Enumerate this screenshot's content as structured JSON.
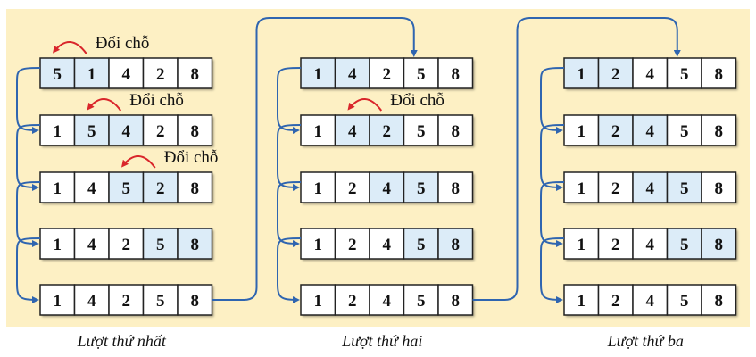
{
  "colors": {
    "background": "#fdf0c4",
    "highlight": "#dcecf8",
    "connector": "#2f65b0",
    "swap_arrow": "#d9262b",
    "cell_border": "#222222"
  },
  "swap_label": "Đổi chỗ",
  "passes": [
    {
      "caption": "Lượt thứ nhất",
      "rows": [
        {
          "values": [
            "5",
            "1",
            "4",
            "2",
            "8"
          ],
          "highlight": [
            0,
            1
          ],
          "swap": true
        },
        {
          "values": [
            "1",
            "5",
            "4",
            "2",
            "8"
          ],
          "highlight": [
            1,
            2
          ],
          "swap": true
        },
        {
          "values": [
            "1",
            "4",
            "5",
            "2",
            "8"
          ],
          "highlight": [
            2,
            3
          ],
          "swap": true
        },
        {
          "values": [
            "1",
            "4",
            "2",
            "5",
            "8"
          ],
          "highlight": [
            3,
            4
          ],
          "swap": false
        },
        {
          "values": [
            "1",
            "4",
            "2",
            "5",
            "8"
          ],
          "highlight": [],
          "swap": false
        }
      ]
    },
    {
      "caption": "Lượt thứ hai",
      "rows": [
        {
          "values": [
            "1",
            "4",
            "2",
            "5",
            "8"
          ],
          "highlight": [
            0,
            1
          ],
          "swap": false
        },
        {
          "values": [
            "1",
            "4",
            "2",
            "5",
            "8"
          ],
          "highlight": [
            1,
            2
          ],
          "swap": true
        },
        {
          "values": [
            "1",
            "2",
            "4",
            "5",
            "8"
          ],
          "highlight": [
            2,
            3
          ],
          "swap": false
        },
        {
          "values": [
            "1",
            "2",
            "4",
            "5",
            "8"
          ],
          "highlight": [
            3,
            4
          ],
          "swap": false
        },
        {
          "values": [
            "1",
            "2",
            "4",
            "5",
            "8"
          ],
          "highlight": [],
          "swap": false
        }
      ]
    },
    {
      "caption": "Lượt thứ ba",
      "rows": [
        {
          "values": [
            "1",
            "2",
            "4",
            "5",
            "8"
          ],
          "highlight": [
            0,
            1
          ],
          "swap": false
        },
        {
          "values": [
            "1",
            "2",
            "4",
            "5",
            "8"
          ],
          "highlight": [
            1,
            2
          ],
          "swap": false
        },
        {
          "values": [
            "1",
            "2",
            "4",
            "5",
            "8"
          ],
          "highlight": [
            2,
            3
          ],
          "swap": false
        },
        {
          "values": [
            "1",
            "2",
            "4",
            "5",
            "8"
          ],
          "highlight": [
            3,
            4
          ],
          "swap": false
        },
        {
          "values": [
            "1",
            "2",
            "4",
            "5",
            "8"
          ],
          "highlight": [],
          "swap": false
        }
      ]
    }
  ]
}
